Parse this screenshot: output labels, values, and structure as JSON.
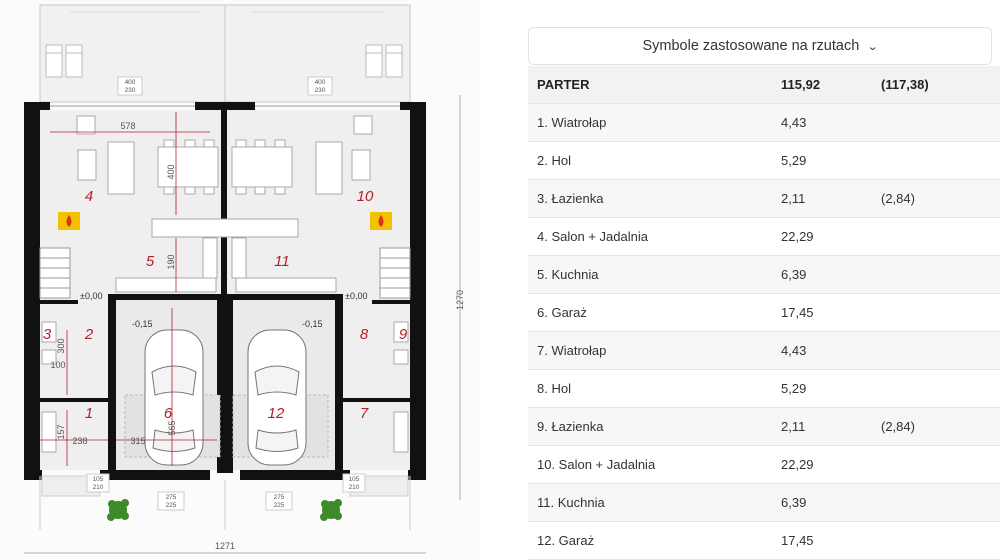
{
  "plan": {
    "room_numbers": [
      "4",
      "10",
      "5",
      "11",
      "3",
      "2",
      "8",
      "9",
      "1",
      "7",
      "6",
      "12"
    ],
    "dimensions": {
      "top_left_box": [
        "400",
        "230"
      ],
      "top_right_box": [
        "400",
        "230"
      ],
      "living_width": "578",
      "living_depth": "400",
      "kitchen_depth": "190",
      "vertical_total": "1270",
      "bottom_total": "1271",
      "bath_h": "300",
      "bath_w": "100",
      "entry_h": "157",
      "entry_w": "238",
      "garage_w": "315",
      "garage_h": "565",
      "door_left": [
        "105",
        "210"
      ],
      "door_right": [
        "105",
        "210"
      ],
      "garage_door_left": [
        "275",
        "225"
      ],
      "garage_door_right": [
        "275",
        "225"
      ]
    },
    "levels": {
      "left_zero": "±0,00",
      "right_zero": "±0,00",
      "left_garage": "-0,15",
      "right_garage": "-0,15"
    }
  },
  "panel": {
    "symbols_label": "Symbole zastosowane na rzutach",
    "header": {
      "name": "PARTER",
      "area": "115,92",
      "alt": "(117,38)"
    },
    "rows": [
      {
        "name": "1. Wiatrołap",
        "area": "4,43",
        "alt": ""
      },
      {
        "name": "2. Hol",
        "area": "5,29",
        "alt": ""
      },
      {
        "name": "3. Łazienka",
        "area": "2,11",
        "alt": "(2,84)"
      },
      {
        "name": "4. Salon + Jadalnia",
        "area": "22,29",
        "alt": ""
      },
      {
        "name": "5. Kuchnia",
        "area": "6,39",
        "alt": ""
      },
      {
        "name": "6. Garaż",
        "area": "17,45",
        "alt": ""
      },
      {
        "name": "7. Wiatrołap",
        "area": "4,43",
        "alt": ""
      },
      {
        "name": "8. Hol",
        "area": "5,29",
        "alt": ""
      },
      {
        "name": "9. Łazienka",
        "area": "2,11",
        "alt": "(2,84)"
      },
      {
        "name": "10. Salon + Jadalnia",
        "area": "22,29",
        "alt": ""
      },
      {
        "name": "11. Kuchnia",
        "area": "6,39",
        "alt": ""
      },
      {
        "name": "12. Garaż",
        "area": "17,45",
        "alt": ""
      }
    ]
  }
}
